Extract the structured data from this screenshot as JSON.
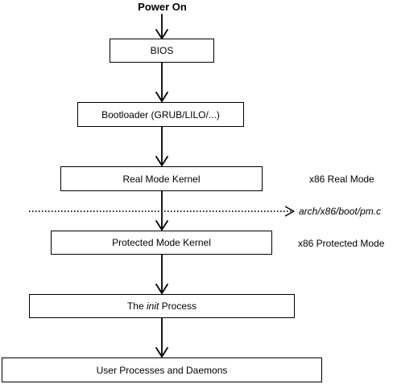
{
  "title": "Power On",
  "stages": [
    {
      "label": "BIOS"
    },
    {
      "label": "Bootloader (GRUB/LILO/...)"
    },
    {
      "label": "Real Mode Kernel"
    },
    {
      "label": "Protected Mode Kernel"
    },
    {
      "label_prefix": "The ",
      "label_italic": "init",
      "label_suffix": " Process"
    },
    {
      "label": "User Processes and Daemons"
    }
  ],
  "side_labels": {
    "real_mode": "x86 Real Mode",
    "transition_file": "arch/x86/boot/pm.c",
    "protected_mode": "x86 Protected Mode"
  },
  "colors": {
    "stroke": "#000000",
    "background": "#ffffff"
  }
}
